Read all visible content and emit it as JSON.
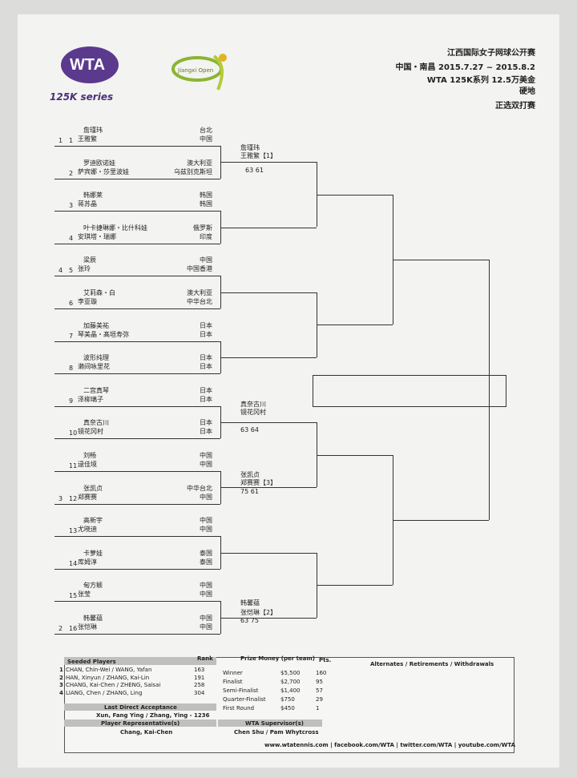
{
  "header": {
    "tournament": "江西国际女子网球公开赛",
    "location_dates": "中国・南昌   2015.7.27 ~ 2015.8.2",
    "series_prize": "WTA 125K系列    12.5万美金",
    "surface": "硬地",
    "event": "正选双打赛"
  },
  "logos": {
    "wta_text": "WTA",
    "series_text": "125K series",
    "jiangxi_text": "Jiangxi Open"
  },
  "draw": [
    {
      "num": "1",
      "seed": "1",
      "p1": "詹瑾玮",
      "c1": "台北",
      "p2": "王雅繁",
      "c2": "中国"
    },
    {
      "num": "2",
      "seed": "",
      "p1": "罗迪欧诺娃",
      "c1": "澳大利亚",
      "p2": "萨宾娜・莎里波娃",
      "c2": "乌兹别克斯坦"
    },
    {
      "num": "3",
      "seed": "",
      "p1": "韩娜莱",
      "c1": "韩国",
      "p2": "蒋苏晶",
      "c2": "韩国"
    },
    {
      "num": "4",
      "seed": "",
      "p1": "叶卡捷琳娜・比什科娃",
      "c1": "俄罗斯",
      "p2": "安琪塔・瑞娜",
      "c2": "印度"
    },
    {
      "num": "5",
      "seed": "4",
      "p1": "梁辰",
      "c1": "中国",
      "p2": "张玲",
      "c2": "中国香港"
    },
    {
      "num": "6",
      "seed": "",
      "p1": "艾莉森・白",
      "c1": "澳大利亚",
      "p2": "李亚璇",
      "c2": "中华台北"
    },
    {
      "num": "7",
      "seed": "",
      "p1": "加藤美祐",
      "c1": "日本",
      "p2": "琴美晶・髙垣寿弥",
      "c2": "日本"
    },
    {
      "num": "8",
      "seed": "",
      "p1": "波形纯理",
      "c1": "日本",
      "p2": "濑间咏里花",
      "c2": "日本"
    },
    {
      "num": "9",
      "seed": "",
      "p1": "二宫真琴",
      "c1": "日本",
      "p2": "泽柳璃子",
      "c2": "日本"
    },
    {
      "num": "10",
      "seed": "",
      "p1": "真奈古川",
      "c1": "日本",
      "p2": "镜花冈村",
      "c2": "日本"
    },
    {
      "num": "11",
      "seed": "",
      "p1": "刘畅",
      "c1": "中国",
      "p2": "逯佳境",
      "c2": "中国"
    },
    {
      "num": "12",
      "seed": "3",
      "p1": "张凯贞",
      "c1": "中华台北",
      "p2": "郑赛赛",
      "c2": "中国"
    },
    {
      "num": "13",
      "seed": "",
      "p1": "高新宇",
      "c1": "中国",
      "p2": "尤晓迪",
      "c2": "中国"
    },
    {
      "num": "14",
      "seed": "",
      "p1": "卡萝娃",
      "c1": "泰国",
      "p2": "库姆淳",
      "c2": "泰国"
    },
    {
      "num": "15",
      "seed": "",
      "p1": "甸方颖",
      "c1": "中国",
      "p2": "张莹",
      "c2": "中国"
    },
    {
      "num": "16",
      "seed": "2",
      "p1": "韩馨蕴",
      "c1": "中国",
      "p2": "张恺琳",
      "c2": "中国"
    }
  ],
  "round2": [
    {
      "p1": "詹瑾玮",
      "p2": "王雅繁【1】",
      "score": "63    61"
    },
    {
      "p1": "真奈古川",
      "p2": "镜花冈村",
      "score": "63    64"
    },
    {
      "p1": "张凯贞",
      "p2": "郑赛赛【3】",
      "score": "75    61"
    },
    {
      "p1": "韩馨蕴",
      "p2": "张恺琳【2】",
      "score": "63    75"
    }
  ],
  "seeded": {
    "title": "Seeded Players",
    "rank_label": "Rank",
    "rows": [
      {
        "n": "1",
        "name": "CHAN, Chin-Wei / WANG, Yafan",
        "rank": "163"
      },
      {
        "n": "2",
        "name": "HAN, Xinyun / ZHANG, Kai-Lin",
        "rank": "191"
      },
      {
        "n": "3",
        "name": "CHANG, Kai-Chen / ZHENG, Saisai",
        "rank": "258"
      },
      {
        "n": "4",
        "name": "LIANG, Chen / ZHANG, Ling",
        "rank": "304"
      }
    ],
    "last_da_label": "Last Direct Acceptance",
    "last_da": "Xun, Fang Ying / Zhang, Ying - 1236",
    "rep_label": "Player Representative(s)",
    "rep": "Chang, Kai-Chen"
  },
  "prize": {
    "title": "Prize Money (per team)",
    "pts_label": "Pts.",
    "rows": [
      {
        "r": "Winner",
        "m": "$5,500",
        "p": "160"
      },
      {
        "r": "Finalist",
        "m": "$2,700",
        "p": "95"
      },
      {
        "r": "Semi-Finalist",
        "m": "$1,400",
        "p": "57"
      },
      {
        "r": "Quarter-Finalist",
        "m": "$750",
        "p": "29"
      },
      {
        "r": "First Round",
        "m": "$450",
        "p": "1"
      }
    ],
    "sup_label": "WTA Supervisor(s)",
    "sup": "Chen Shu / Pam Whytcross"
  },
  "alternates_label": "Alternates / Retirements / Withdrawals",
  "footer": "www.wtatennis.com | facebook.com/WTA | twitter.com/WTA | youtube.com/WTA"
}
